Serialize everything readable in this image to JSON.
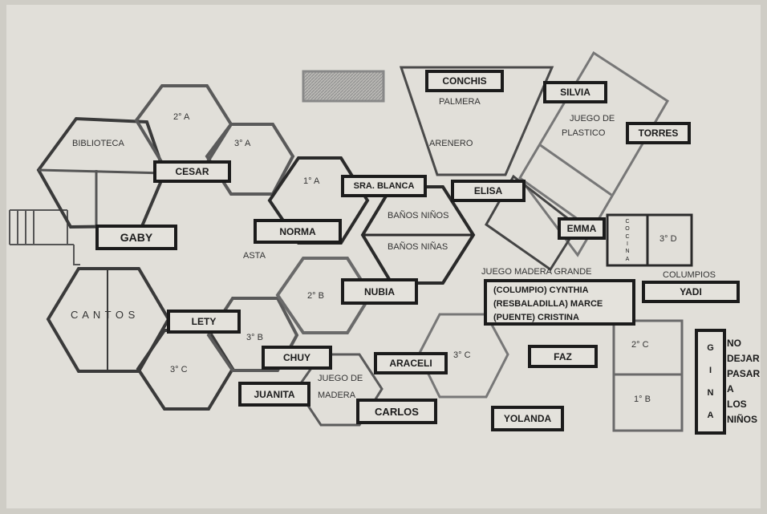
{
  "colors": {
    "paper": "#e1dfd9",
    "ink": "#1b1b1b",
    "gray_line": "#6a6a6a",
    "hatch": "#a9a9a9"
  },
  "rooms": {
    "first_a": "1° A",
    "second_a": "2° A",
    "third_a": "3° A",
    "second_b": "2° B",
    "third_b": "3° B",
    "third_c_left": "3° C",
    "third_c_right": "3° C",
    "second_c": "2° C",
    "first_b": "1° B",
    "third_d": "3° D"
  },
  "areas": {
    "biblioteca": "BIBLIOTECA",
    "cantos": "C A N T O S",
    "asta": "ASTA",
    "palmera": "PALMERA",
    "arenero": "ARENERO",
    "juego_plastico_1": "JUEGO DE",
    "juego_plastico_2": "PLASTICO",
    "banos_ninos": "BAÑOS NIÑOS",
    "banos_ninas": "BAÑOS NIÑAS",
    "juego_madera_grande": "JUEGO MADERA GRANDE",
    "columpios": "COLUMPIOS",
    "juego_madera_1": "JUEGO DE",
    "juego_madera_2": "MADERA",
    "cocina_letters": [
      "C",
      "O",
      "C",
      "I",
      "N",
      "A"
    ]
  },
  "names": {
    "conchis": "CONCHIS",
    "silvia": "SILVIA",
    "torres": "TORRES",
    "cesar": "CESAR",
    "gaby": "GABY",
    "norma": "NORMA",
    "sra_blanca": "SRA. BLANCA",
    "elisa": "ELISA",
    "emma": "EMMA",
    "nubia": "NUBIA",
    "yadi": "YADI",
    "lety": "LETY",
    "chuy": "CHUY",
    "araceli": "ARACELI",
    "faz": "FAZ",
    "juanita": "JUANITA",
    "carlos": "CARLOS",
    "yolanda": "YOLANDA"
  },
  "assignments": {
    "line1": "(COLUMPIO) CYNTHIA",
    "line2": "(RESBALADILLA) MARCE",
    "line3": "(PUENTE) CRISTINA"
  },
  "gina_letters": [
    "G",
    "I",
    "N",
    "A"
  ],
  "notice_lines": [
    "NO",
    "DEJAR",
    "PASAR",
    "A",
    "LOS",
    "NIÑOS"
  ]
}
